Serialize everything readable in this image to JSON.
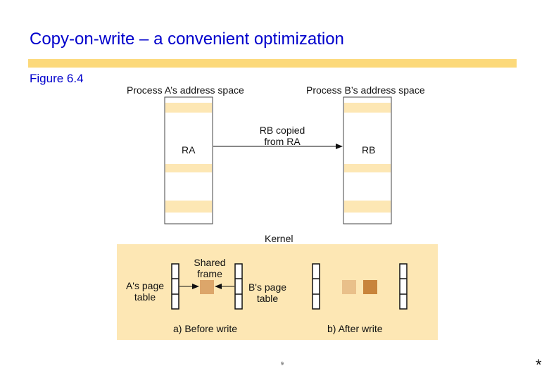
{
  "slide": {
    "title": "Copy-on-write – a convenient optimization",
    "figure_label": "Figure 6.4",
    "page_number": "9",
    "corner_mark": "*"
  },
  "diagram": {
    "process_a_label": "Process A’s address space",
    "process_b_label": "Process B’s address space",
    "ra_label": "RA",
    "rb_label": "RB",
    "copy_label_line1": "RB copied",
    "copy_label_line2": "from RA",
    "kernel_label": "Kernel",
    "shared_frame_line1": "Shared",
    "shared_frame_line2": "frame",
    "a_page_table_line1": "A's page",
    "a_page_table_line2": "table",
    "b_page_table_line1": "B's page",
    "b_page_table_line2": "table",
    "before_write_label": "a) Before write",
    "after_write_label": "b) After write"
  },
  "colors": {
    "title": "#0000cc",
    "accent_band": "#fcd97a",
    "region_fill": "#fde7b4",
    "kernel_fill": "#fde7b4",
    "frame_shared": "#dca66a",
    "frame_copy": "#e9c08a",
    "frame_new": "#c8843b"
  }
}
